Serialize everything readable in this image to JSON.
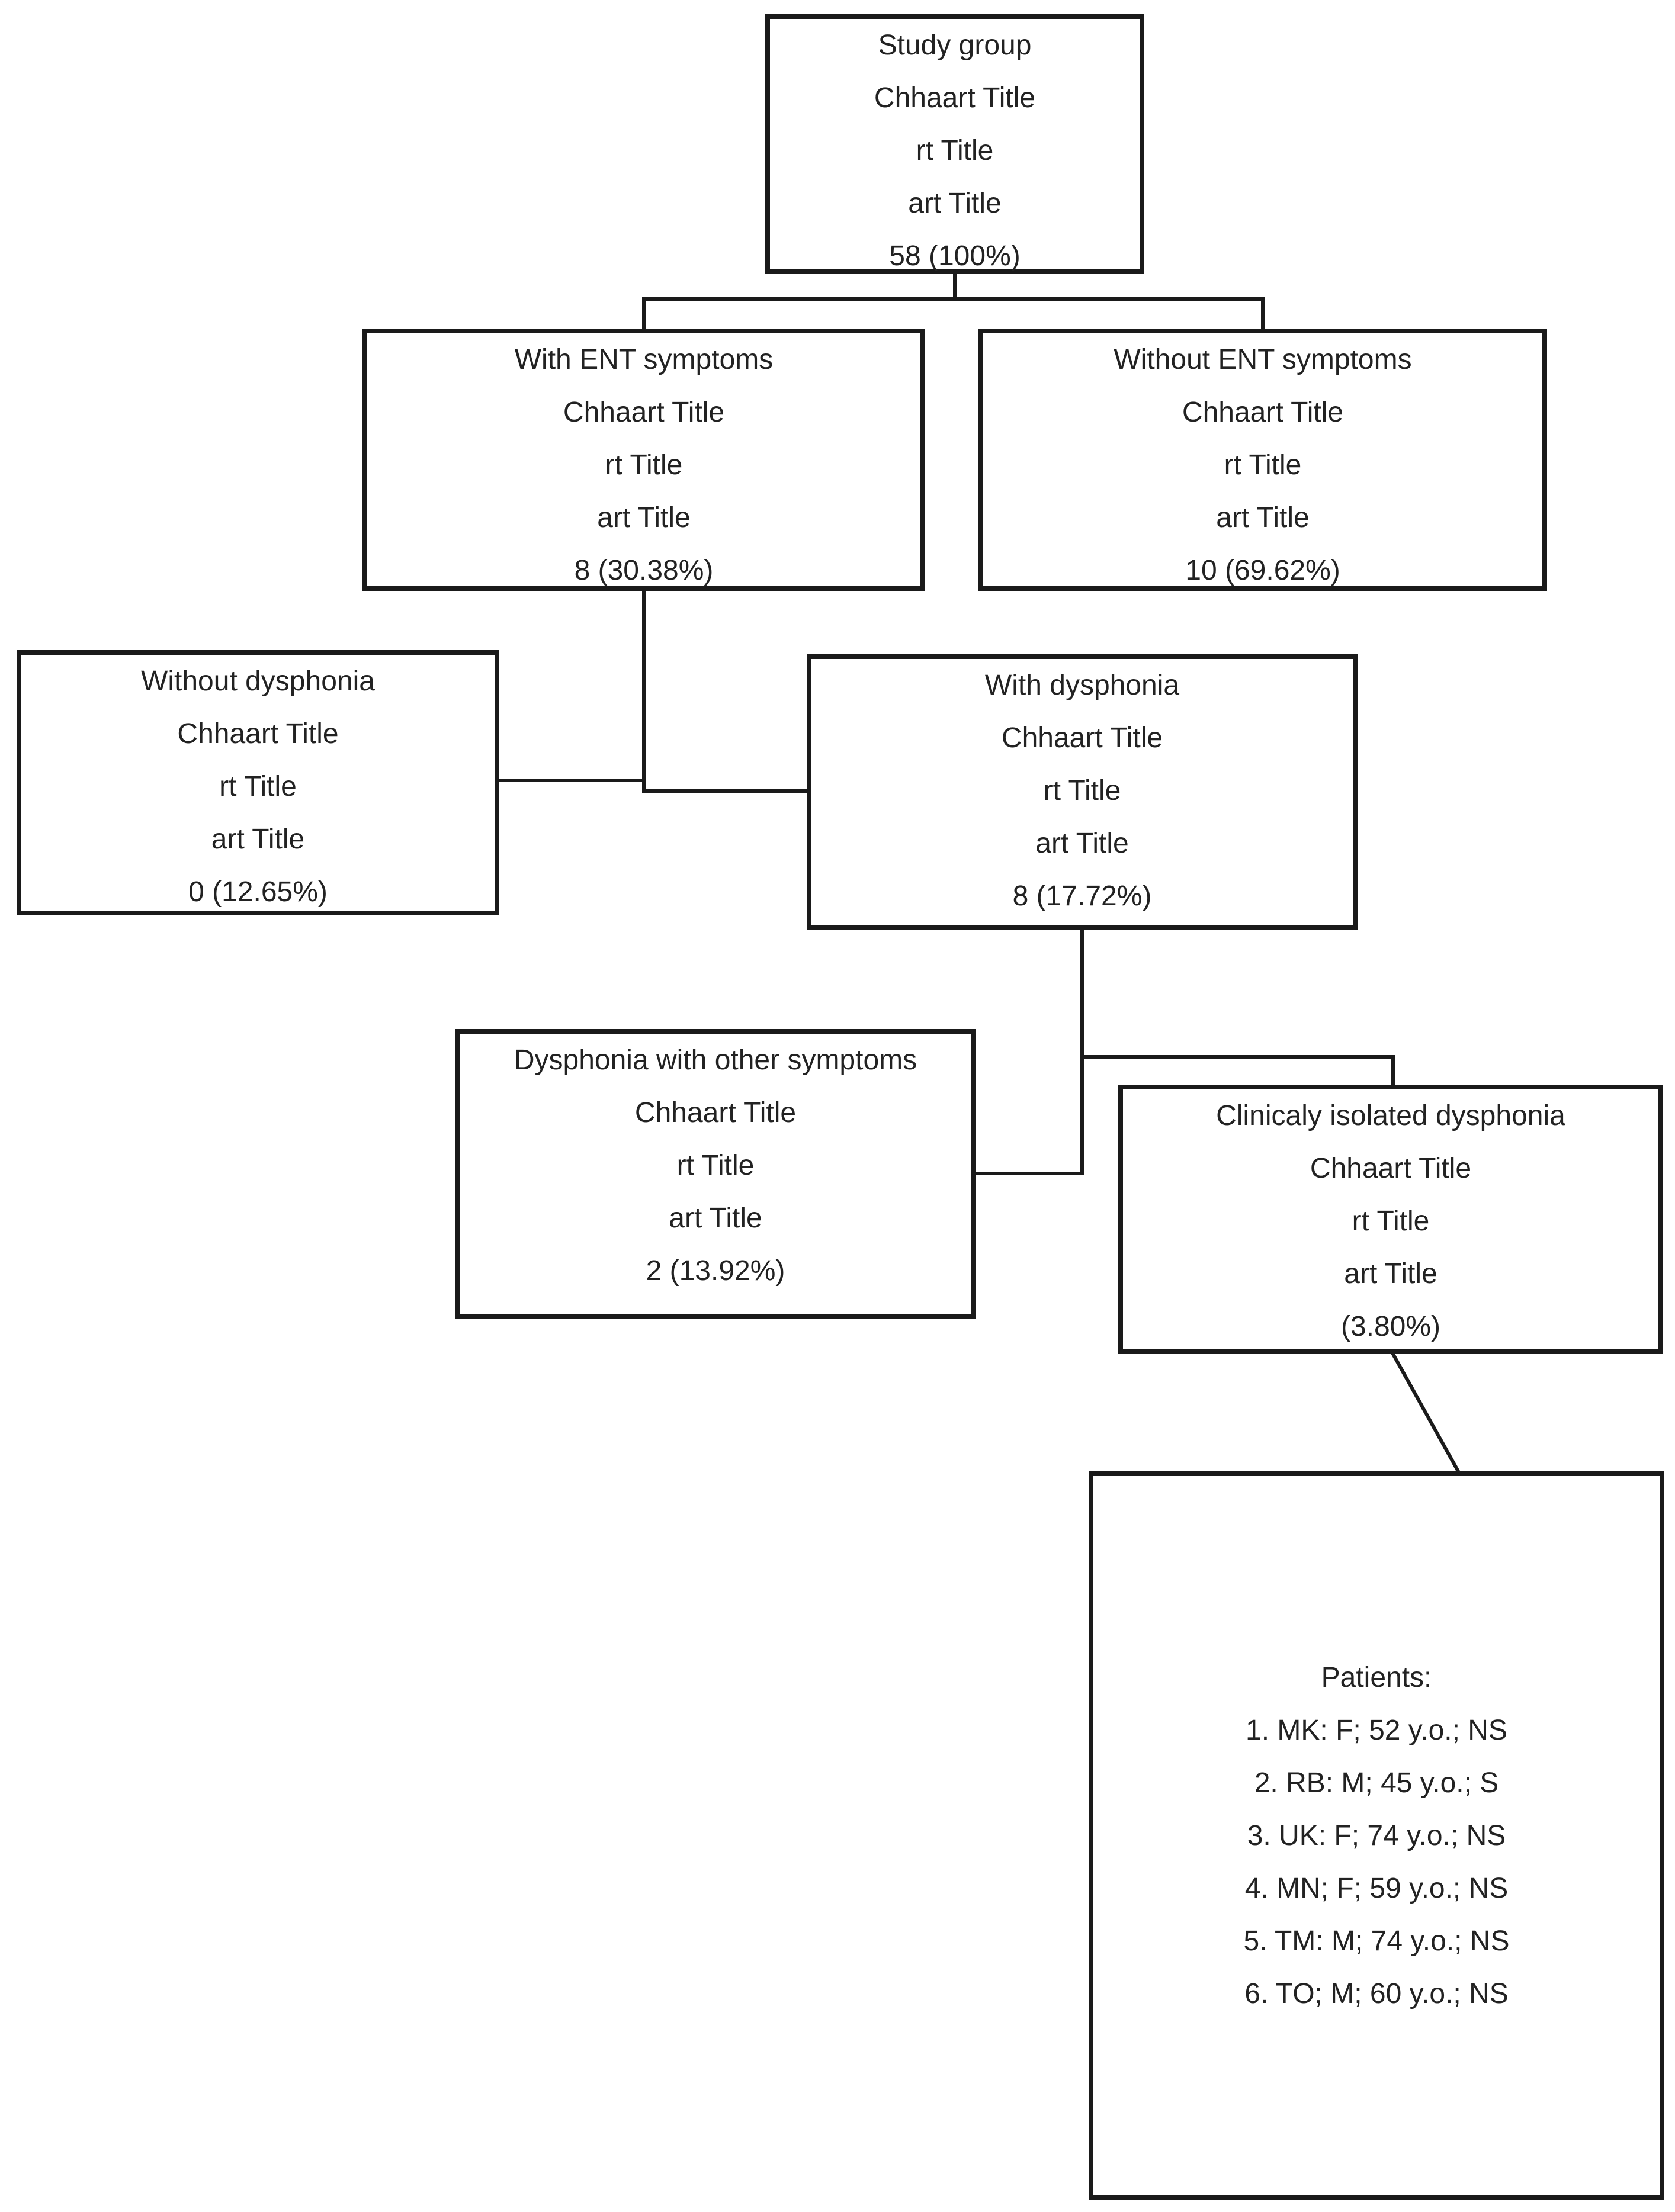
{
  "nodes": {
    "study": {
      "title": "Study group",
      "line2": "Chhaart Title",
      "line3": "rt Title",
      "line4": "art Title",
      "count": "58 (100%)"
    },
    "ent": {
      "title": "With ENT symptoms",
      "line2": "Chhaart Title",
      "line3": "rt Title",
      "line4": "art Title",
      "count": "8 (30.38%)"
    },
    "noent": {
      "title": "Without ENT symptoms",
      "line2": "Chhaart Title",
      "line3": "rt Title",
      "line4": "art Title",
      "count": "10 (69.62%)"
    },
    "nodys": {
      "title": "Without dysphonia",
      "line2": "Chhaart Title",
      "line3": "rt Title",
      "line4": "art Title",
      "count": "0 (12.65%)"
    },
    "dys": {
      "title": "With dysphonia",
      "line2": "Chhaart Title",
      "line3": "rt Title",
      "line4": "art Title",
      "count": "8 (17.72%)"
    },
    "other": {
      "title": "Dysphonia with other symptoms",
      "line2": "Chhaart Title",
      "line3": "rt Title",
      "line4": "art Title",
      "count": "2 (13.92%)"
    },
    "isolated": {
      "title": "Clinicaly isolated dysphonia",
      "line2": "Chhaart Title",
      "line3": "rt Title",
      "line4": "art Title",
      "count": " (3.80%)"
    },
    "patients": {
      "heading": "Patients:",
      "items": [
        "1. MK: F; 52 y.o.; NS",
        "2. RB: M; 45 y.o.; S",
        "3. UK: F; 74 y.o.; NS",
        "4. MN; F; 59 y.o.; NS",
        "5. TM: M; 74 y.o.; NS",
        "6. TO; M; 60 y.o.; NS"
      ]
    }
  },
  "colors": {
    "border": "#1a1a1a",
    "text": "#222222",
    "background": "#ffffff"
  }
}
